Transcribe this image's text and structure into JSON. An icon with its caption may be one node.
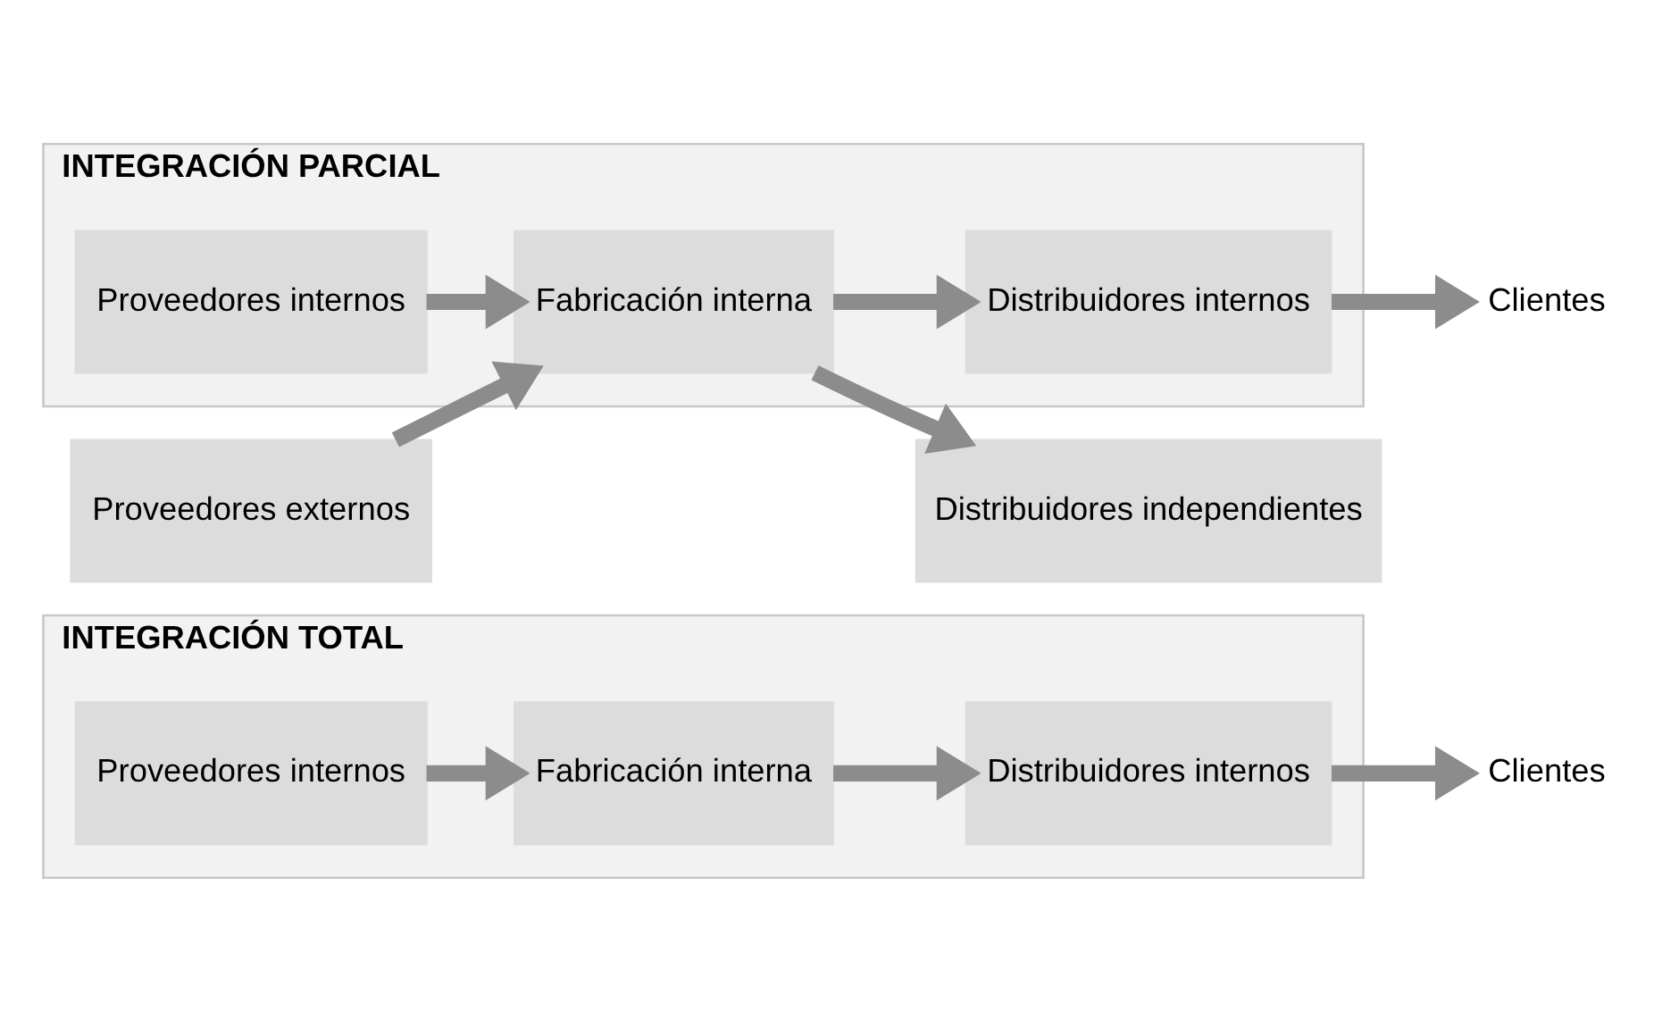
{
  "diagram": {
    "nodes": [
      {
        "text": [
          "INTEGRACIÓN TOTAL"
        ]
      },
      {
        "text": [
          "Proveedores internos"
        ],
        "in": 0
      },
      {
        "text": [
          "Fabricación interna"
        ],
        "in": 0
      },
      {
        "text": [
          "Distribuidores internos"
        ],
        "in": 0
      },
      {
        "text": [
          "Clientes"
        ]
      },
      {
        "text": [
          "INTEGRACIÓN PARCIAL"
        ]
      },
      {
        "text": [
          "Proveedores internos"
        ],
        "in": 5
      },
      {
        "text": [
          "Fabricación interna"
        ],
        "in": 5
      },
      {
        "text": [
          "Distribuidores internos"
        ],
        "in": 5
      },
      {
        "text": [
          "Clientes"
        ]
      },
      {
        "text": [
          "Proveedores externos"
        ]
      },
      {
        "text": [
          "Distribuidores independientes"
        ]
      }
    ],
    "edges": [
      {
        "from": 1,
        "to": 2,
        "arrow": "to"
      },
      {
        "from": 2,
        "to": 3,
        "arrow": "to"
      },
      {
        "from": 3,
        "to": 4,
        "arrow": "to"
      },
      {
        "from": 6,
        "to": 7,
        "arrow": "to"
      },
      {
        "from": 7,
        "to": 8,
        "arrow": "to"
      },
      {
        "from": 8,
        "to": 9,
        "arrow": "to"
      },
      {
        "from": 10,
        "to": 7,
        "arrow": "to"
      },
      {
        "from": 7,
        "to": 11,
        "arrow": "to"
      }
    ]
  }
}
